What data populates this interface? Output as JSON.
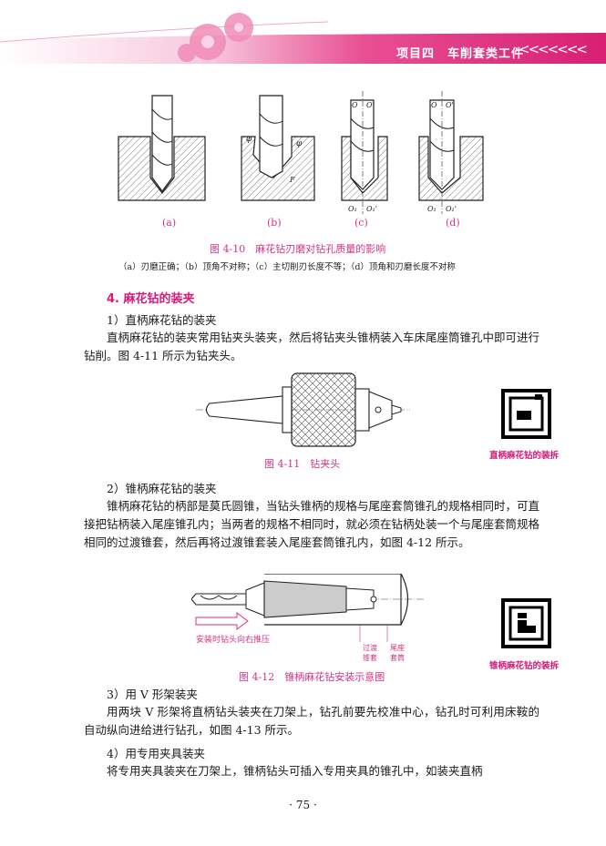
{
  "header": {
    "title": "项目四　车削套类工件",
    "arrows": "<<<<<<<"
  },
  "figure_4_10": {
    "labels": [
      "(a)",
      "(b)",
      "(c)",
      "(d)"
    ],
    "caption": "图 4-10　麻花钻刃磨对钻孔质量的影响",
    "subcaption": "（a）刃磨正确；（b）顶角不对称；（c）主切削刃长度不等；（d）顶角和刃磨长度不对称"
  },
  "section": {
    "title": "4. 麻花钻的装夹"
  },
  "sub1": {
    "heading": "1）直柄麻花钻的装夹",
    "paragraph": "直柄麻花钻的装夹常用钻夹头装夹，然后将钻夹头锥柄装入车床尾座筒锥孔中即可进行钻削。图 4-11 所示为钻夹头。"
  },
  "figure_4_11": {
    "caption": "图 4-11　钻夹头"
  },
  "qr1": {
    "label": "直柄麻花钻的装拆"
  },
  "sub2": {
    "heading": "2）锥柄麻花钻的装夹",
    "paragraph": "锥柄麻花钻的柄部是莫氏圆锥，当钻头锥柄的规格与尾座套筒锥孔的规格相同时，可直接把钻柄装入尾座锥孔内；当两者的规格不相同时，就必须在钻柄处装一个与尾座套筒规格相同的过渡锥套，然后再将过渡锥套装入尾座套筒锥孔内，如图 4-12 所示。"
  },
  "figure_4_12": {
    "caption": "图 4-12　锥柄麻花钻安装示意图",
    "arrow_label": "安装时钻头向右推压",
    "part1": "过渡锥套",
    "part2": "尾座套筒"
  },
  "qr2": {
    "label": "锥柄麻花钻的装拆"
  },
  "sub3": {
    "heading": "3）用 V 形架装夹",
    "paragraph": "用两块 V 形架将直柄钻头装夹在刀架上，钻孔前要先校准中心，钻孔时可利用床鞍的自动纵向进给进行钻孔，如图 4-13 所示。"
  },
  "sub4": {
    "heading": "4）用专用夹具装夹",
    "paragraph": "将专用夹具装夹在刀架上，锥柄钻头可插入专用夹具的锥孔中，如装夹直柄"
  },
  "page_number": "· 75 ·"
}
